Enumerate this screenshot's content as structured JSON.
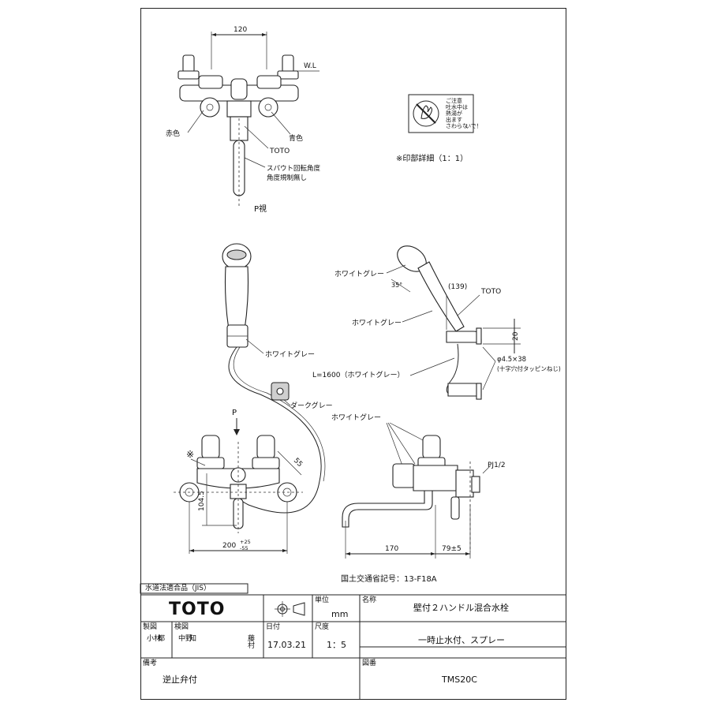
{
  "top_view": {
    "dim_width": "120",
    "label_wl": "W.L",
    "label_red": "赤色",
    "label_blue": "青色",
    "label_toto": "TOTO",
    "note_spout_line1": "スパウト回転角度",
    "note_spout_line2": "角度規制無し",
    "view_label": "P視"
  },
  "mark_detail": {
    "label": "※印部詳細（1：1）",
    "icon_text": [
      "ご注意",
      "吐水中は",
      "熱湯が",
      "出ます",
      "さわらな",
      "いで！"
    ]
  },
  "front_view": {
    "label_white_grey": "ホワイトグレー",
    "label_dark_grey": "ダークグレー",
    "label_p": "P",
    "label_asterisk": "※",
    "dim_55": "55",
    "dim_104_5": "104.5",
    "dim_200": "200",
    "dim_200_tol_upper": "+25",
    "dim_200_tol_lower": "-55"
  },
  "side_view": {
    "label_white_grey_1": "ホワイトグレー",
    "label_white_grey_2": "ホワイトグレー",
    "label_white_grey_3": "ホワイトグレー",
    "label_hose": "L=1600（ホワイトグレー）",
    "dim_35": "35°",
    "dim_139": "(139)",
    "label_toto": "TOTO",
    "dim_20": "20",
    "screw_spec": "φ4.5×38",
    "screw_note": "(十字穴付タッピンねじ)",
    "label_pj": "PJ1/2",
    "dim_170": "170",
    "dim_79": "79±5"
  },
  "mlit_code": "国土交通省記号：13-F18A",
  "title_block": {
    "compliance": "水道法適合品（JIS）",
    "brand": "TOTO",
    "unit_label": "単位",
    "unit_value": "mm",
    "name_label": "名称",
    "name_value": "壁付２ハンドル混合水栓",
    "drawn_label": "製図",
    "drawn_value_1": "小林",
    "drawn_value_2": "都",
    "checked_label": "検図",
    "checked_value_1": "中野",
    "checked_value_2": "知",
    "approved_value": "藤村",
    "date_label": "日付",
    "date_value": "17.03.21",
    "scale_label": "尺度",
    "scale_value": "1：5",
    "description_value": "一時止水付、スプレー",
    "remarks_label": "備考",
    "remarks_value": "逆止弁付",
    "drawing_no_label": "図番",
    "drawing_no_value": "TMS20C"
  }
}
